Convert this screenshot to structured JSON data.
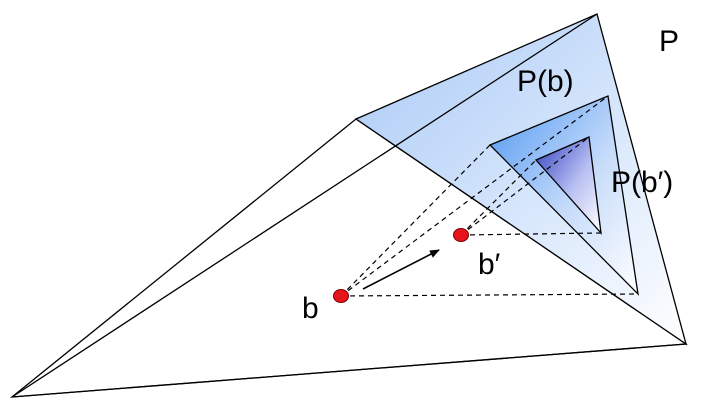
{
  "labels": {
    "outer_polytope": "P",
    "inner_polytope_b": "P(b)",
    "inner_polytope_b_prime": "P(b′)",
    "point_b": "b",
    "point_b_prime": "b′"
  },
  "colors": {
    "point_fill": "#e8141b",
    "face_light": "#cfe2fb",
    "face_mid": "#a9c9f6",
    "inner_dark": "#3f8ff0",
    "inner_purple": "#5d5ee0",
    "line": "#000000"
  }
}
